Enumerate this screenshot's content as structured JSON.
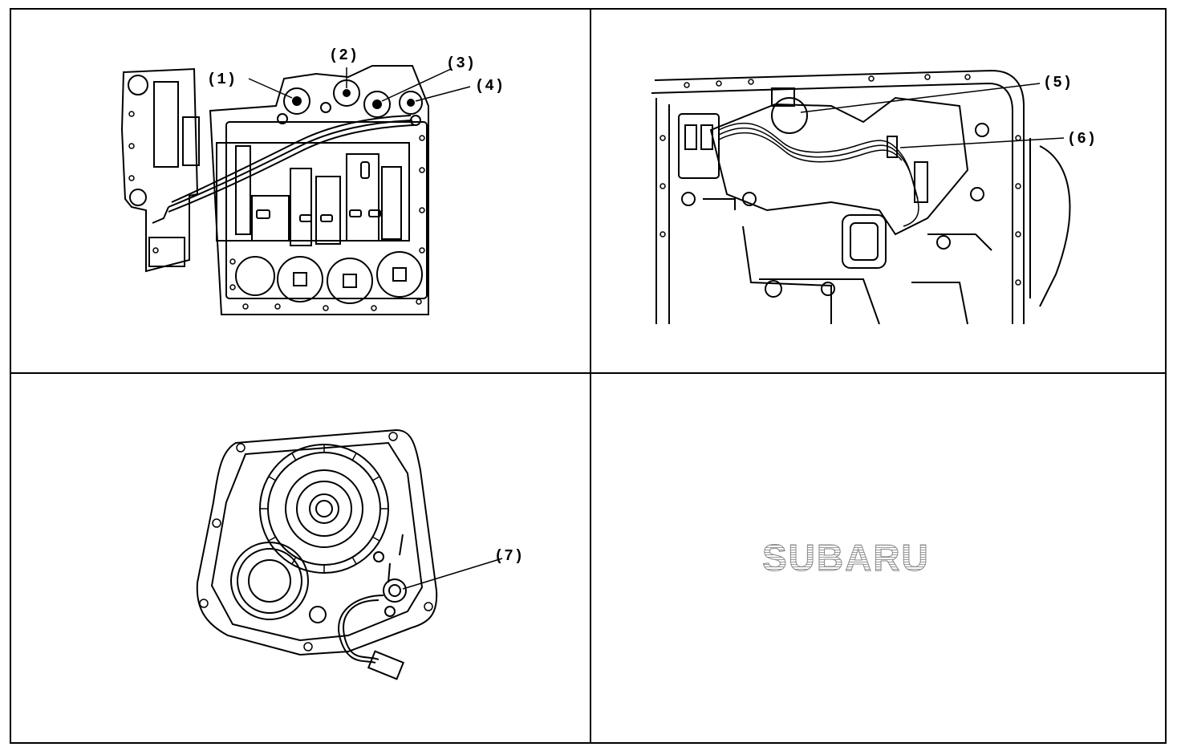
{
  "callouts": {
    "c1": "(1)",
    "c2": "(2)",
    "c3": "(3)",
    "c4": "(4)",
    "c5": "(5)",
    "c6": "(6)",
    "c7": "(7)"
  },
  "logo_text": "SUBARU",
  "colors": {
    "line": "#000000",
    "logo": "#8a8a8a",
    "background": "#ffffff"
  }
}
